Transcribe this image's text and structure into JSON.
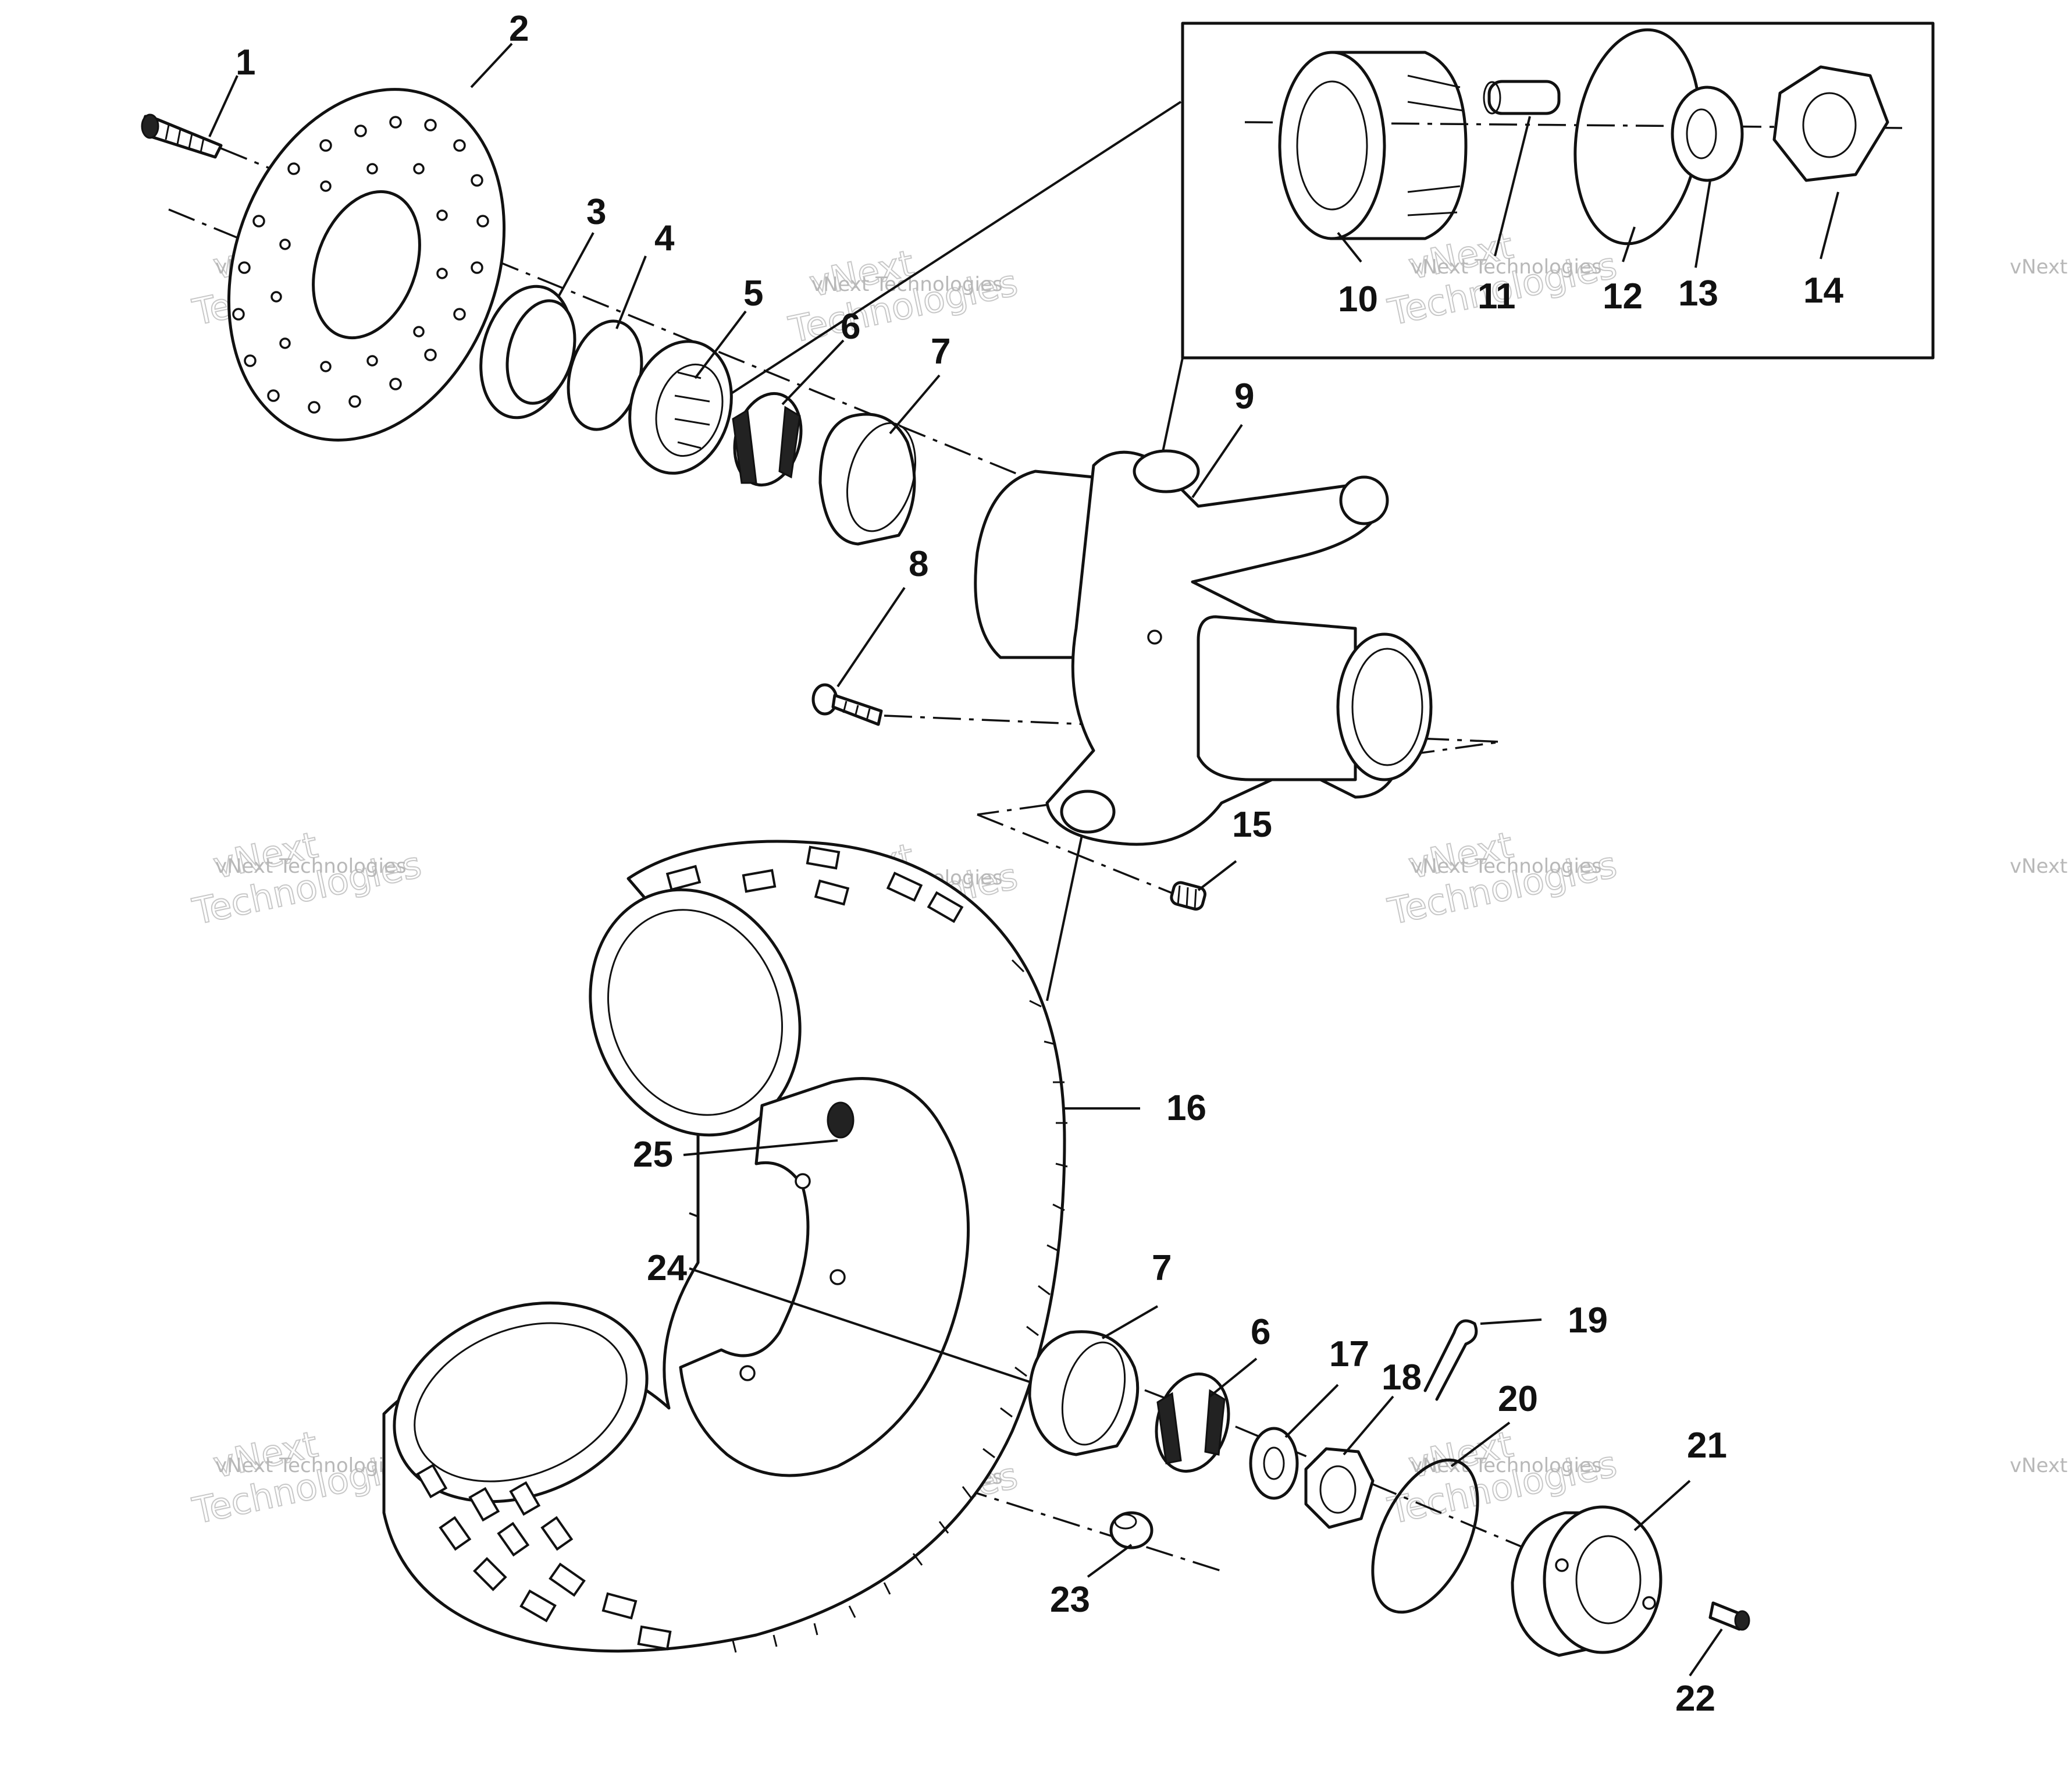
{
  "callouts": [
    {
      "id": "c1",
      "text": "1"
    },
    {
      "id": "c2",
      "text": "2"
    },
    {
      "id": "c3",
      "text": "3"
    },
    {
      "id": "c4",
      "text": "4"
    },
    {
      "id": "c5",
      "text": "5"
    },
    {
      "id": "c6a",
      "text": "6"
    },
    {
      "id": "c7a",
      "text": "7"
    },
    {
      "id": "c8",
      "text": "8"
    },
    {
      "id": "c9",
      "text": "9"
    },
    {
      "id": "c10",
      "text": "10"
    },
    {
      "id": "c11",
      "text": "11"
    },
    {
      "id": "c12",
      "text": "12"
    },
    {
      "id": "c13",
      "text": "13"
    },
    {
      "id": "c14",
      "text": "14"
    },
    {
      "id": "c15",
      "text": "15"
    },
    {
      "id": "c16",
      "text": "16"
    },
    {
      "id": "c25",
      "text": "25"
    },
    {
      "id": "c24",
      "text": "24"
    },
    {
      "id": "c7b",
      "text": "7"
    },
    {
      "id": "c6b",
      "text": "6"
    },
    {
      "id": "c17",
      "text": "17"
    },
    {
      "id": "c18",
      "text": "18"
    },
    {
      "id": "c19",
      "text": "19"
    },
    {
      "id": "c20",
      "text": "20"
    },
    {
      "id": "c21",
      "text": "21"
    },
    {
      "id": "c23",
      "text": "23"
    },
    {
      "id": "c22",
      "text": "22"
    }
  ],
  "watermark": {
    "line1": "vNext Technologies",
    "line2": "vNext",
    "line3": "Technologies"
  }
}
